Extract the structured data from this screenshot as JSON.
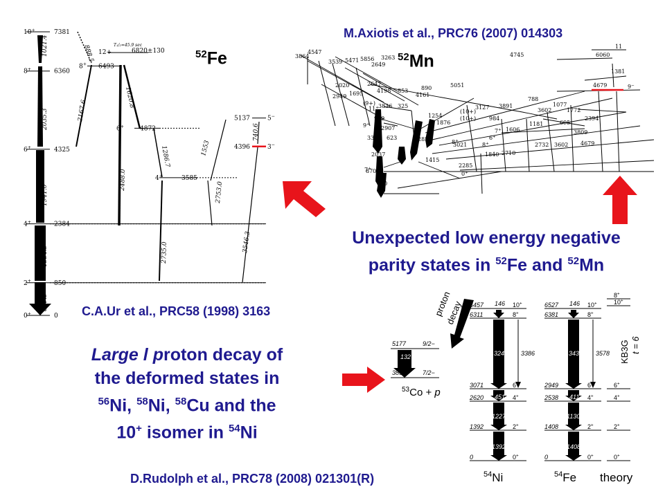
{
  "citations": {
    "axiotis": "M.Axiotis et al., PRC76 (2007) 014303",
    "ur": "C.A.Ur et al., PRC58 (1998) 3163",
    "rudolph": "D.Rudolph et al., PRC78 (2008) 021301(R)"
  },
  "labels": {
    "fe52_mass": "52",
    "fe52_el": "Fe",
    "mn52_mass": "52",
    "mn52_el": "Mn"
  },
  "message_top": {
    "line1": "Unexpected low energy negative",
    "line2_a": "parity states in ",
    "m1": "52",
    "el1": "Fe and ",
    "m2": "52",
    "el2": "Mn"
  },
  "message_bottom": {
    "w1": "Large",
    "w2": "l",
    "w3": "p",
    "w4": "roton decay of",
    "line2": "the deformed states in",
    "m1": "56",
    "e1": "Ni, ",
    "m2": "58",
    "e2": "Ni, ",
    "m3": "58",
    "e3": "Cu and the",
    "iso_a": "10",
    "iso_sup": "+",
    "iso_b": " isomer in ",
    "m4": "54",
    "e4": "Ni"
  },
  "fe52_scheme": {
    "gs_band": [
      {
        "energy": 0,
        "spin": "0+"
      },
      {
        "energy": 850,
        "spin": "2+"
      },
      {
        "energy": 2384,
        "spin": "4+"
      },
      {
        "energy": 4325,
        "spin": "6+"
      },
      {
        "energy": 6360,
        "spin": "8+"
      },
      {
        "energy": 7381,
        "spin": "10+"
      }
    ],
    "gammas": [
      "849.5",
      "1534.5",
      "1941.0",
      "2035.3",
      "1021.4",
      "888.5",
      "2167.6",
      "1620.8",
      "2488.0",
      "1286.7",
      "2753.0",
      "1553",
      "2735.0",
      "740.6",
      "3546.3"
    ],
    "side_levels": [
      {
        "energy": 6493,
        "spin": "8+"
      },
      {
        "energy": 4872,
        "spin": "6+"
      },
      {
        "energy": 3585,
        "spin": "4+"
      },
      {
        "energy": 5137,
        "spin": "5−"
      },
      {
        "energy": 4396,
        "spin": "3−"
      }
    ],
    "isomer_label": "12+",
    "isomer_energy": "6820±130",
    "isomer_note": "T₁/₂=45.9 sec"
  },
  "mn52_scheme": {
    "energies": [
      "3864",
      "4547",
      "3539",
      "5471",
      "5856",
      "2649",
      "3263",
      "2020",
      "1695",
      "2647",
      "2949",
      "4198",
      "3836",
      "853",
      "4161",
      "325",
      "890",
      "5051",
      "3127",
      "1254",
      "1876",
      "3891",
      "788",
      "984",
      "1606",
      "1181",
      "2710",
      "1840",
      "1077",
      "3602",
      "695",
      "1772",
      "4745",
      "6060",
      "1381",
      "4679",
      "2394",
      "3809",
      "4679",
      "3602",
      "2732",
      "929",
      "2907",
      "3328",
      "623",
      "2285",
      "3021",
      "1415",
      "2037",
      "870",
      "2285",
      "870"
    ],
    "spins": [
      "(9+)",
      "11+",
      "9+",
      "7+",
      "8+",
      "0+",
      "6+",
      "(10+)",
      "(10+)",
      "11",
      "9−",
      "7+",
      "8+"
    ]
  },
  "ni54_scheme": {
    "proton_label": "proton",
    "decay_label": "decay",
    "co53": {
      "mass": "53",
      "text": "Co + ",
      "p": "p"
    },
    "co_levels": [
      {
        "energy": "5177",
        "spin": "9/2−"
      },
      {
        "energy": "3850",
        "spin": "7/2−"
      }
    ],
    "co_gamma": "1327",
    "ni_levels": [
      {
        "energy": "6457",
        "spin": "10+",
        "gamma": "146"
      },
      {
        "energy": "6311",
        "spin": "8+"
      },
      {
        "energy": "3071",
        "spin": "6+"
      },
      {
        "energy": "2620",
        "spin": "4+"
      },
      {
        "energy": "1392",
        "spin": "2+"
      },
      {
        "energy": "0",
        "spin": "0+"
      }
    ],
    "ni_gammas": [
      "3241",
      "3386",
      "451",
      "1227",
      "1392"
    ],
    "fe_levels": [
      {
        "energy": "6527",
        "spin": "10+",
        "gamma": "146"
      },
      {
        "energy": "6381",
        "spin": "8+"
      },
      {
        "energy": "2949",
        "spin": "6+"
      },
      {
        "energy": "2538",
        "spin": "4+"
      },
      {
        "energy": "1408",
        "spin": "2+"
      },
      {
        "energy": "0",
        "spin": "0+"
      }
    ],
    "fe_gammas": [
      "3432",
      "3578",
      "411",
      "1130",
      "1408"
    ],
    "theory_spins": [
      "8+",
      "10+",
      "6+",
      "4+",
      "2+",
      "0+"
    ],
    "theory_model": "KB3G",
    "theory_t": "t = 6",
    "col_ni": {
      "mass": "54",
      "el": "Ni"
    },
    "col_fe": {
      "mass": "54",
      "el": "Fe"
    },
    "col_theory": "theory"
  },
  "colors": {
    "citation": "#1f1a8f",
    "arrow": "#e8141b",
    "negative_parity": "#e8141b"
  }
}
